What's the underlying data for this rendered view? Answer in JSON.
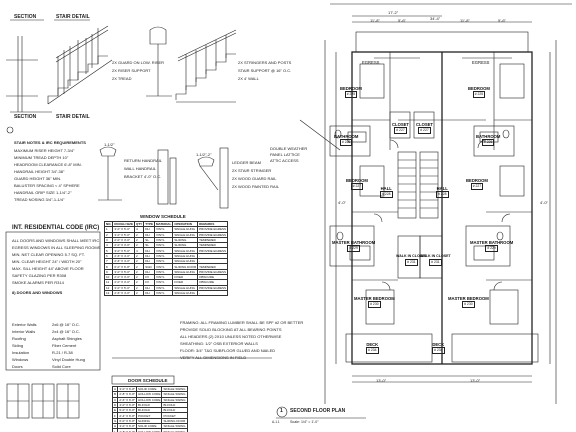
{
  "details": {
    "section_label": "SECTION",
    "stair_detail_label": "STAIR DETAIL",
    "stair_notes": [
      "2X GUARD ON LOW. RISER",
      "2X RISER SUPPORT",
      "2X TREAD",
      "2X STRINGERS AND POSTS",
      "STAIR SUPPORT @ 16\" O.C.",
      "2X 4' WALL"
    ],
    "railing_dims": [
      "1-1/2\"",
      "1-1/2\"-2\""
    ],
    "rail_notes": [
      "RETURN HANDRAIL",
      "WALL HANDRAIL",
      "BRACKET 4'-0\" O.C.",
      "LEDGER BEAM",
      "2X STAIR STRINGER",
      "2X WOOD GUARD RAIL",
      "2X WOOD PAINTED RAIL"
    ],
    "code_title": "INT. RESIDENTIAL CODE (IRC)",
    "stair_requirements_title": "STAIR NOTES & IRC REQUIREMENTS",
    "stair_requirements": [
      "MAXIMUM RISER HEIGHT 7-3/4\"",
      "MINIMUM TREAD DEPTH 10\"",
      "HEADROOM CLEARANCE 6'-8\" MIN.",
      "HANDRAIL HEIGHT 34\"-38\"",
      "GUARD HEIGHT 36\" MIN.",
      "BALUSTER SPACING < 4\" SPHERE",
      "HANDRAIL GRIP SIZE 1-1/4\"-2\"",
      "TREAD NOSING 3/4\"-1-1/4\""
    ],
    "code_notes": [
      "ALL DOORS AND WINDOWS SHALL MEET IRC",
      "EGRESS WINDOWS IN ALL SLEEPING ROOMS",
      "MIN. NET CLEAR OPENING 5.7 SQ. FT.",
      "MIN. CLEAR HEIGHT 24\" / WIDTH 20\"",
      "MAX. SILL HEIGHT 44\" ABOVE FLOOR",
      "SAFETY GLAZING PER R308",
      "SMOKE ALARMS PER R314"
    ],
    "doors_windows_title": "8) DOORS AND WINDOWS",
    "spec_lines": [
      {
        "label": "Exterior Walls",
        "value": "2x6 @ 16\" O.C."
      },
      {
        "label": "Interior Walls",
        "value": "2x4 @ 16\" O.C."
      },
      {
        "label": "Roofing",
        "value": "Asphalt Shingles"
      },
      {
        "label": "Siding",
        "value": "Fiber Cement"
      },
      {
        "label": "Insulation",
        "value": "R-21 / R-38"
      },
      {
        "label": "Windows",
        "value": "Vinyl Double Hung"
      },
      {
        "label": "Doors",
        "value": "Solid Core"
      }
    ]
  },
  "window_schedule": {
    "title": "WINDOW SCHEDULE",
    "columns": [
      "NO.",
      "ROUGH SIZE",
      "QTY",
      "TYPE",
      "MATERIAL",
      "OPERATION",
      "REMARKS"
    ],
    "rows": [
      [
        "1",
        "3'-0\" X 5'-0\"",
        "4",
        "DH",
        "VINYL",
        "SINGLE HUNG",
        "PROVIDE EGRESS"
      ],
      [
        "2",
        "3'-0\" X 5'-0\"",
        "2",
        "DH",
        "VINYL",
        "SINGLE HUNG",
        "PROVIDE EGRESS"
      ],
      [
        "3",
        "2'-0\" X 3'-0\"",
        "2",
        "SL",
        "VINYL",
        "SLIDING",
        "TEMPERED"
      ],
      [
        "4",
        "2'-0\" X 3'-0\"",
        "2",
        "SL",
        "VINYL",
        "SLIDING",
        "TEMPERED"
      ],
      [
        "5",
        "3'-0\" X 5'-0\"",
        "4",
        "DH",
        "VINYL",
        "SINGLE HUNG",
        "PROVIDE EGRESS"
      ],
      [
        "6",
        "2'-6\" X 4'-0\"",
        "2",
        "DH",
        "VINYL",
        "SINGLE HUNG",
        "-"
      ],
      [
        "7",
        "2'-6\" X 4'-0\"",
        "2",
        "DH",
        "VINYL",
        "SINGLE HUNG",
        "-"
      ],
      [
        "8",
        "6'-0\" X 6'-8\"",
        "2",
        "SGD",
        "VINYL",
        "SLIDING DOOR",
        "TEMPERED"
      ],
      [
        "9",
        "3'-0\" X 5'-0\"",
        "2",
        "DH",
        "VINYL",
        "SINGLE HUNG",
        "PROVIDE EGRESS"
      ],
      [
        "10",
        "2'-0\" X 3'-0\"",
        "2",
        "FX",
        "VINYL",
        "FIXED",
        "OBSCURE"
      ],
      [
        "11",
        "2'-0\" X 3'-0\"",
        "2",
        "FX",
        "VINYL",
        "FIXED",
        "OBSCURE"
      ],
      [
        "12",
        "3'-0\" X 5'-0\"",
        "2",
        "DH",
        "VINYL",
        "SINGLE HUNG",
        "PROVIDE EGRESS"
      ],
      [
        "13",
        "2'-6\" X 4'-0\"",
        "2",
        "DH",
        "VINYL",
        "SINGLE HUNG",
        "-"
      ]
    ]
  },
  "door_schedule": {
    "title": "DOOR SCHEDULE",
    "rows": [
      [
        "A",
        "3'-0\" X 6'-8\"",
        "SOLID CORE",
        "SINGLE SWING"
      ],
      [
        "B",
        "2'-8\" X 6'-8\"",
        "HOLLOW CORE",
        "SINGLE SWING"
      ],
      [
        "C",
        "2'-6\" X 6'-8\"",
        "HOLLOW CORE",
        "SINGLE SWING"
      ],
      [
        "D",
        "4'-0\" X 6'-8\"",
        "BI-FOLD",
        "BI-FOLD"
      ],
      [
        "E",
        "5'-0\" X 6'-8\"",
        "BI-FOLD",
        "BI-FOLD"
      ],
      [
        "F",
        "2'-4\" X 6'-8\"",
        "POCKET",
        "POCKET"
      ],
      [
        "G",
        "6'-0\" X 6'-8\"",
        "SLIDING",
        "SLIDING DOOR"
      ],
      [
        "H",
        "3'-0\" X 6'-8\"",
        "SOLID CORE",
        "SINGLE SWING"
      ],
      [
        "I",
        "2'-8\" X 6'-8\"",
        "HOLLOW CORE",
        "SINGLE SWING"
      ]
    ]
  },
  "general_notes": [
    "FRAMING: ALL FRAMING LUMBER SHALL BE SPF #2 OR BETTER",
    "PROVIDE SOLID BLOCKING AT ALL BEARING POINTS",
    "ALL HEADERS (2) 2X10 UNLESS NOTED OTHERWISE",
    "SHEATHING: 1/2\" OSB EXTERIOR WALLS",
    "FLOOR: 3/4\" T&G SUBFLOOR GLUED AND NAILED",
    "VERIFY ALL DIMENSIONS IN FIELD"
  ],
  "plan": {
    "title": "SECOND FLOOR PLAN",
    "number": "1",
    "scale": "Scale: 1/4\" = 1'-0\"",
    "sheet_ref": "A-1.1",
    "overall_dim": "34'-4\"",
    "half_dim": "17'-2\"",
    "callout": [
      "DOUBLE WEATHER",
      "PANEL LATTICE",
      "ATTIC ACCESS"
    ],
    "rooms": [
      {
        "name": "EGRESS",
        "tag": ""
      },
      {
        "name": "EGRESS",
        "tag": ""
      },
      {
        "name": "BEDROOM",
        "tag": "# 225"
      },
      {
        "name": "BEDROOM",
        "tag": "# 225"
      },
      {
        "name": "CLOSET",
        "tag": "# 227"
      },
      {
        "name": "CLOSET",
        "tag": "# 227"
      },
      {
        "name": "BATHROOM",
        "tag": "# 226"
      },
      {
        "name": "BATHROOM",
        "tag": "# 226"
      },
      {
        "name": "BEDROOM",
        "tag": "# 227"
      },
      {
        "name": "BEDROOM",
        "tag": "# 227"
      },
      {
        "name": "HALL",
        "tag": "# 228"
      },
      {
        "name": "HALL",
        "tag": "# 228"
      },
      {
        "name": "MASTER BATHROOM",
        "tag": "# 229"
      },
      {
        "name": "MASTER BATHROOM",
        "tag": "# 229"
      },
      {
        "name": "WALK IN CLOSET",
        "tag": "# 231"
      },
      {
        "name": "WALK IN CLOSET",
        "tag": "# 231"
      },
      {
        "name": "MASTER BEDROOM",
        "tag": "# 230"
      },
      {
        "name": "MASTER BEDROOM",
        "tag": "# 230"
      },
      {
        "name": "DECK",
        "tag": "# 234"
      },
      {
        "name": "DECK",
        "tag": "# 234"
      }
    ],
    "dims": [
      "11'-8\"",
      "5'-6\"",
      "11'-8\"",
      "5'-6\"",
      "13'-0\"",
      "13'-0\"",
      "4'-0\"",
      "4'-0\""
    ]
  }
}
